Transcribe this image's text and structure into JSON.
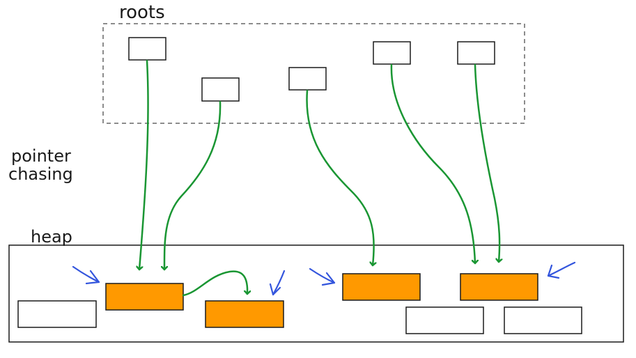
{
  "labels": {
    "roots": "roots",
    "pointer_chasing_line1": "pointer",
    "pointer_chasing_line2": "chasing",
    "heap": "heap"
  },
  "colors": {
    "pointer": "#1a9633",
    "marked_object": "#ff9900",
    "unmarked_object": "#ffffff",
    "incoming_ref": "#3355dd",
    "outline": "#1a1a1a"
  },
  "diagram": {
    "root_count": 5,
    "heap_object_count": 7,
    "marked_heap_object_count": 4
  }
}
